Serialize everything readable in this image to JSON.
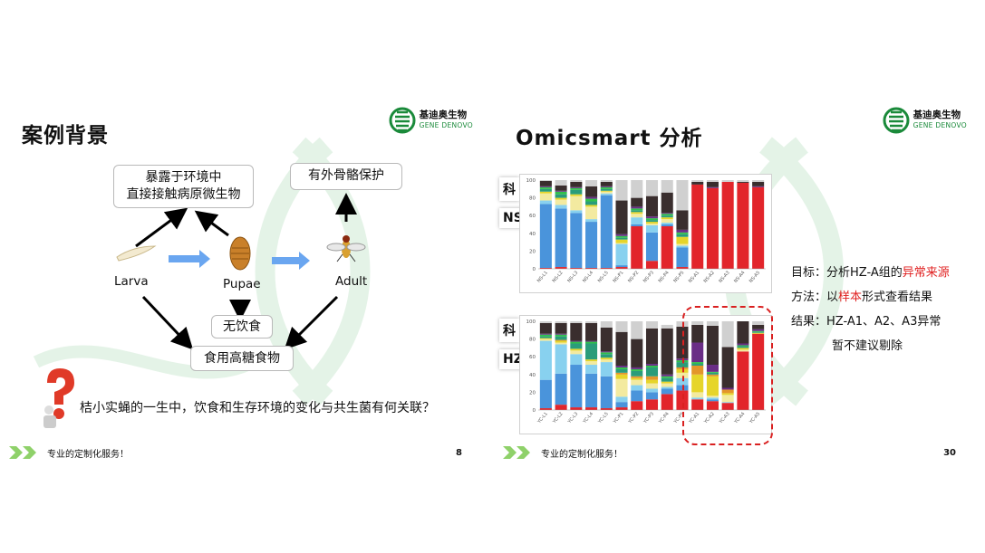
{
  "slide1": {
    "title": "案例背景",
    "logo": {
      "cn": "基迪奥生物",
      "en": "GENE DENOVO"
    },
    "boxes": {
      "top_left_line1": "暴露于环境中",
      "top_left_line2": "直接接触病原微生物",
      "top_right": "有外骨骼保护",
      "no_food": "无饮食",
      "high_sugar": "食用高糖食物"
    },
    "stages": {
      "larva": "Larva",
      "pupae": "Pupae",
      "adult": "Adult"
    },
    "question": "桔小实蝇的一生中，饮食和生存环境的变化与共生菌有何关联？",
    "footer": {
      "slogan": "专业的定制化服务！",
      "page": "8"
    }
  },
  "slide2": {
    "title": "Omicsmart 分析",
    "logo": {
      "cn": "基迪奥生物",
      "en": "GENE DENOVO"
    },
    "tag_top_1": "科",
    "tag_top_2": "NS",
    "tag_bottom_1": "科",
    "tag_bottom_2": "HZ",
    "notes": {
      "goal_prefix": "目标：分析HZ-A组的",
      "goal_red": "异常来源",
      "method_prefix": "方法：以",
      "method_red": "样本",
      "method_suffix": "形式查看结果",
      "result_line1": "结果：HZ-A1、A2、A3异常",
      "result_line2": "暂不建议剔除"
    },
    "footer": {
      "slogan": "专业的定制化服务！",
      "page": "30"
    }
  },
  "colors": {
    "green": "#1a8a3a",
    "light_green": "#8fd16a",
    "red": "#e02020",
    "arrow_blue": "#6aa6f0"
  },
  "chart_data": [
    {
      "type": "bar",
      "stacked": true,
      "title": "",
      "ylim": [
        0,
        100
      ],
      "yticks": [
        0,
        20,
        40,
        60,
        80,
        100
      ],
      "categories": [
        "NS-L1",
        "NS-L2",
        "NS-L3",
        "NS-L4",
        "NS-L5",
        "NS-P1",
        "NS-P2",
        "NS-P3",
        "NS-P4",
        "NS-P5",
        "NS-A1",
        "NS-A2",
        "NS-A3",
        "NS-A4",
        "NS-A5"
      ],
      "series": [
        {
          "color": "#e2252b",
          "values": [
            1,
            2,
            1,
            1,
            1,
            2,
            48,
            9,
            48,
            2,
            95,
            91,
            98,
            97,
            92
          ]
        },
        {
          "color": "#4a94db",
          "values": [
            72,
            66,
            62,
            52,
            82,
            2,
            2,
            32,
            2,
            22,
            0,
            0,
            0,
            0,
            0
          ]
        },
        {
          "color": "#88d1ef",
          "values": [
            4,
            4,
            3,
            3,
            2,
            24,
            8,
            8,
            2,
            2,
            0,
            0,
            0,
            0,
            0
          ]
        },
        {
          "color": "#f3eaa0",
          "values": [
            8,
            6,
            16,
            14,
            2,
            1,
            4,
            2,
            4,
            2,
            0,
            0,
            0,
            0,
            0
          ]
        },
        {
          "color": "#e6d52a",
          "values": [
            2,
            2,
            2,
            2,
            1,
            4,
            2,
            2,
            2,
            8,
            0,
            0,
            0,
            0,
            0
          ]
        },
        {
          "color": "#2a9c7a",
          "values": [
            3,
            4,
            5,
            4,
            2,
            2,
            2,
            2,
            2,
            3,
            0,
            0,
            0,
            0,
            0
          ]
        },
        {
          "color": "#2fbf4a",
          "values": [
            2,
            3,
            2,
            3,
            2,
            2,
            2,
            2,
            2,
            2,
            0,
            0,
            0,
            0,
            0
          ]
        },
        {
          "color": "#6a2d86",
          "values": [
            1,
            1,
            1,
            2,
            1,
            2,
            2,
            2,
            1,
            3,
            0,
            1,
            0,
            0,
            1
          ]
        },
        {
          "color": "#3a2e2e",
          "values": [
            6,
            6,
            6,
            12,
            5,
            38,
            10,
            23,
            23,
            22,
            3,
            6,
            0,
            1,
            5
          ]
        },
        {
          "color": "#d0d0d0",
          "values": [
            1,
            6,
            2,
            7,
            2,
            23,
            20,
            18,
            14,
            34,
            2,
            2,
            2,
            2,
            2
          ]
        }
      ]
    },
    {
      "type": "bar",
      "stacked": true,
      "title": "",
      "ylim": [
        0,
        100
      ],
      "yticks": [
        0,
        20,
        40,
        60,
        80,
        100
      ],
      "categories": [
        "YC-L1",
        "YC-L2",
        "YC-L3",
        "YC-L4",
        "YC-L5",
        "YC-P1",
        "YC-P2",
        "YC-P3",
        "YC-P4",
        "YC-P5",
        "YC-A1",
        "YC-A2",
        "YC-A3",
        "YC-A4",
        "YC-A5"
      ],
      "series": [
        {
          "color": "#e2252b",
          "values": [
            2,
            6,
            3,
            3,
            2,
            3,
            10,
            12,
            18,
            22,
            12,
            10,
            8,
            66,
            86
          ]
        },
        {
          "color": "#4a94db",
          "values": [
            32,
            35,
            48,
            38,
            36,
            6,
            12,
            8,
            6,
            6,
            0,
            2,
            0,
            0,
            0
          ]
        },
        {
          "color": "#88d1ef",
          "values": [
            44,
            33,
            12,
            10,
            16,
            6,
            6,
            4,
            2,
            8,
            2,
            2,
            1,
            0,
            0
          ]
        },
        {
          "color": "#f3eaa0",
          "values": [
            2,
            2,
            4,
            4,
            3,
            20,
            6,
            6,
            4,
            6,
            6,
            2,
            8,
            2,
            0
          ]
        },
        {
          "color": "#e6d52a",
          "values": [
            1,
            2,
            2,
            2,
            2,
            5,
            2,
            4,
            2,
            4,
            20,
            22,
            2,
            2,
            1
          ]
        },
        {
          "color": "#e3962a",
          "values": [
            0,
            1,
            0,
            0,
            0,
            2,
            2,
            4,
            0,
            2,
            10,
            2,
            4,
            0,
            0
          ]
        },
        {
          "color": "#2a9c7a",
          "values": [
            2,
            4,
            6,
            18,
            4,
            4,
            6,
            10,
            4,
            6,
            2,
            2,
            0,
            2,
            1
          ]
        },
        {
          "color": "#2fbf4a",
          "values": [
            2,
            2,
            2,
            2,
            2,
            2,
            2,
            2,
            2,
            2,
            2,
            1,
            0,
            1,
            1
          ]
        },
        {
          "color": "#6a2d86",
          "values": [
            1,
            1,
            1,
            1,
            1,
            2,
            2,
            2,
            2,
            2,
            22,
            8,
            2,
            2,
            2
          ]
        },
        {
          "color": "#3a2e2e",
          "values": [
            12,
            12,
            20,
            20,
            27,
            38,
            32,
            40,
            52,
            36,
            20,
            44,
            46,
            25,
            5
          ]
        },
        {
          "color": "#d0d0d0",
          "values": [
            2,
            2,
            2,
            2,
            7,
            12,
            20,
            8,
            4,
            6,
            4,
            5,
            29,
            0,
            4
          ]
        }
      ]
    }
  ]
}
